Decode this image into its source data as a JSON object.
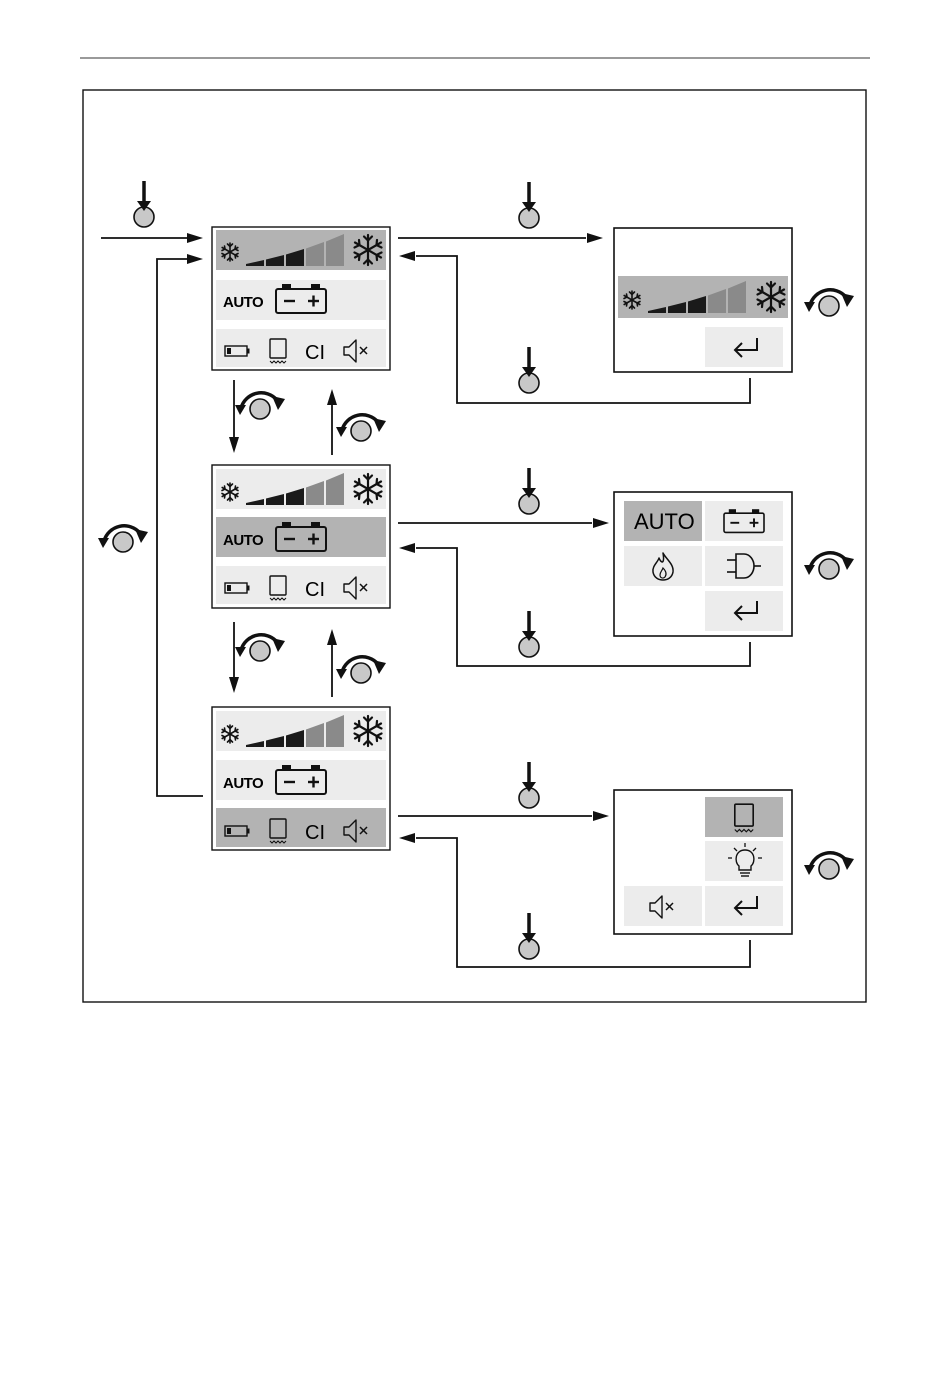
{
  "panels": {
    "mode_label": "AUTO",
    "ci_label": "CI",
    "return_label": "↵"
  },
  "main_screens": [
    {
      "name": "screen-cooling-selected",
      "highlight": "cooling"
    },
    {
      "name": "screen-mode-selected",
      "highlight": "mode"
    },
    {
      "name": "screen-settings-selected",
      "highlight": "settings"
    }
  ],
  "icons": {
    "snow_small": "snowflake-small-icon",
    "snow_large": "snowflake-large-icon",
    "level_bars": "cooling-level-bars",
    "battery": "battery-icon",
    "battery_small": "battery-small-icon",
    "display": "display-icon",
    "mute": "mute-icon",
    "flame": "gas-flame-icon",
    "plug": "mains-plug-icon",
    "bulb": "light-bulb-icon",
    "return": "return-icon",
    "press": "press-knob-icon",
    "rotate": "rotate-knob-icon"
  },
  "colors": {
    "highlight": "#b3b3b3",
    "cell": "#ececec",
    "bar_dark": "#1a1a1a",
    "bar_gray": "#8a8a8a",
    "knob": "#c8c8c8",
    "stroke": "#111111"
  }
}
